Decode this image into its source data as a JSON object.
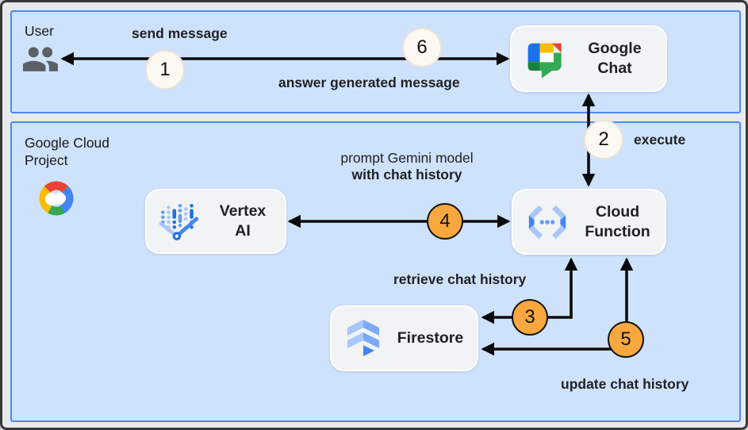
{
  "zones": {
    "user": {
      "title": "User"
    },
    "gcp": {
      "title_line1": "Google Cloud",
      "title_line2": "Project"
    }
  },
  "nodes": {
    "google_chat": {
      "line1": "Google",
      "line2": "Chat",
      "icon": "google-chat-icon"
    },
    "vertex_ai": {
      "line1": "Vertex",
      "line2": "AI",
      "icon": "vertex-ai-icon"
    },
    "cloud_function": {
      "line1": "Cloud",
      "line2": "Function",
      "icon": "cloud-functions-icon"
    },
    "firestore": {
      "label": "Firestore",
      "icon": "firestore-icon"
    }
  },
  "steps": {
    "s1": {
      "number": "1",
      "label": "send message",
      "style": "light"
    },
    "s2": {
      "number": "2",
      "label": "execute",
      "style": "light"
    },
    "s3": {
      "number": "3",
      "label": "retrieve chat history",
      "style": "orange"
    },
    "s4": {
      "number": "4",
      "label_line1": "prompt Gemini model",
      "label_line2": "with chat history",
      "style": "orange"
    },
    "s5": {
      "number": "5",
      "label": "update chat history",
      "style": "orange"
    },
    "s6": {
      "number": "6",
      "label": "answer generated message",
      "style": "light"
    }
  },
  "icons": [
    "users-icon",
    "google-cloud-icon",
    "google-chat-icon",
    "vertex-ai-icon",
    "cloud-functions-icon",
    "firestore-icon"
  ],
  "colors": {
    "panel_fill": "#cfe2fc",
    "panel_border": "#4a8cf6",
    "node_fill": "#f1f3f4",
    "node_border": "#ffffff",
    "step_light_fill": "#fcf9f2",
    "step_orange_fill": "#f9a83f",
    "arrow": "#0b0b0b",
    "canvas_bg": "#e8eaed",
    "frame_border": "#37383a",
    "google_blue": "#4285f4",
    "google_red": "#ea4335",
    "google_yellow": "#fbbc05",
    "google_green": "#34a853"
  }
}
